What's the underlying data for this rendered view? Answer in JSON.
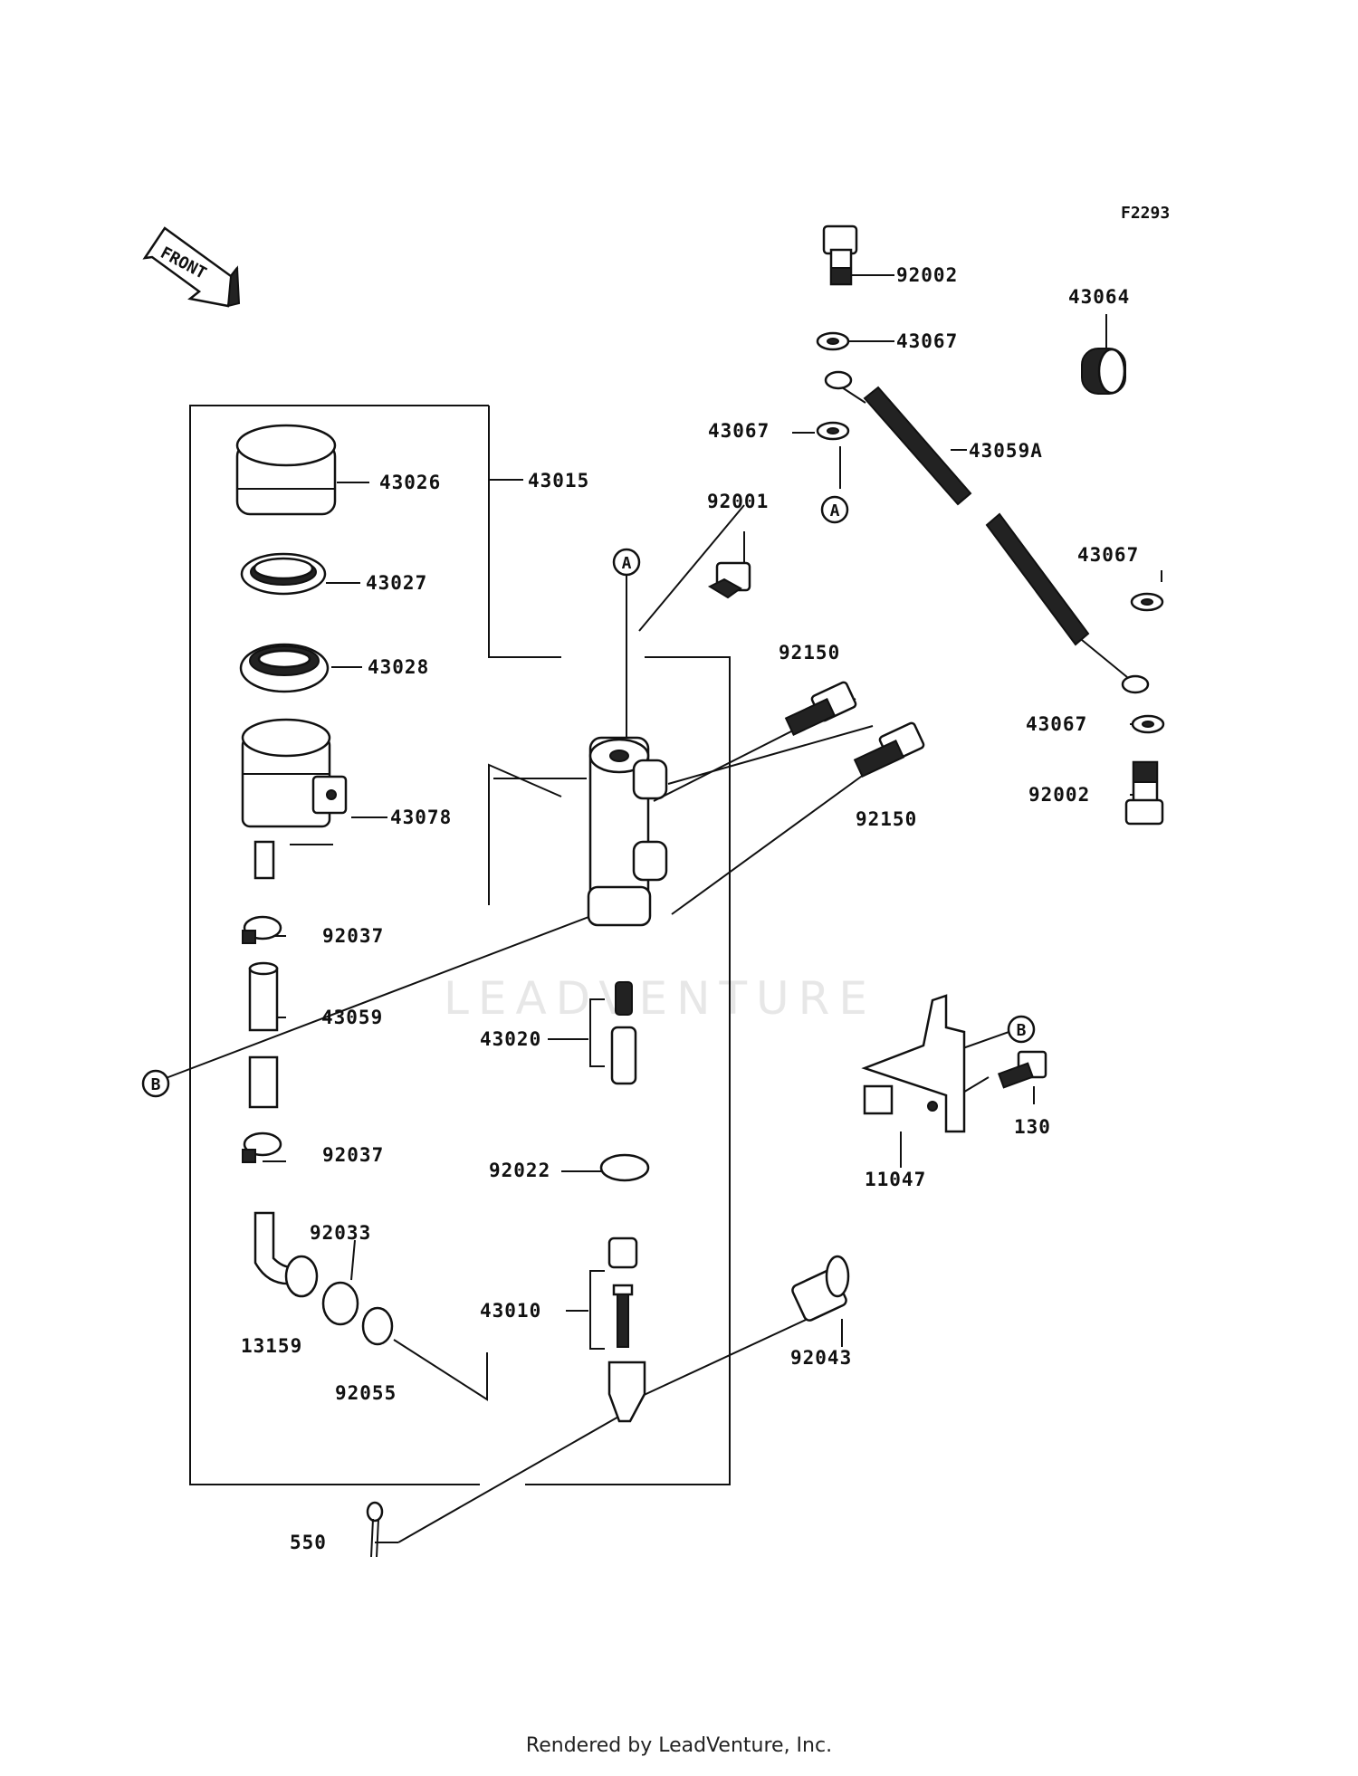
{
  "figure_code": "F2293",
  "front_label": "FRONT",
  "watermark": "LEADVENTURE",
  "footer": "Rendered by LeadVenture, Inc.",
  "part_numbers": {
    "p92002_top": "92002",
    "p43067_a": "43067",
    "p43064": "43064",
    "p43067_b": "43067",
    "p43059A": "43059A",
    "p43026": "43026",
    "p43015": "43015",
    "p92001": "92001",
    "p43027": "43027",
    "p43067_c": "43067",
    "p43028": "43028",
    "p92150_a": "92150",
    "p43067_d": "43067",
    "p43078": "43078",
    "p92150_b": "92150",
    "p92002_bot": "92002",
    "p92037_a": "92037",
    "p43059": "43059",
    "p43020": "43020",
    "p130": "130",
    "p11047": "11047",
    "p92037_b": "92037",
    "p92022": "92022",
    "p92033": "92033",
    "p43010": "43010",
    "p13159": "13159",
    "p92043": "92043",
    "p92055": "92055",
    "p550": "550"
  },
  "callouts": {
    "a": "A",
    "b": "B"
  }
}
